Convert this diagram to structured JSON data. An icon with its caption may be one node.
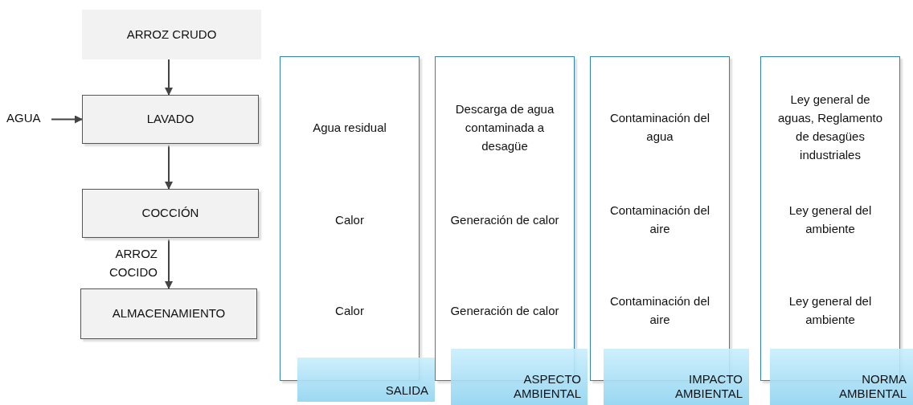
{
  "diagram": {
    "nodes": [
      {
        "text": [
          "ARROZ CRUDO"
        ]
      },
      {
        "text": [
          "LAVADO"
        ]
      },
      {
        "text": [
          "COCCIÓN"
        ]
      },
      {
        "text": [
          "ALMACENAMIENTO"
        ]
      },
      {
        "text": [
          "AGUA"
        ]
      },
      {
        "text": [
          "Agua residual",
          "Calor",
          "Calor"
        ]
      },
      {
        "text": [
          "Descarga de agua contaminada a desagüe",
          "Generación de calor",
          "Generación de calor"
        ]
      },
      {
        "text": [
          "Contaminación del agua",
          "Contaminación del aire",
          "Contaminación del aire"
        ]
      },
      {
        "text": [
          "Ley general de aguas, Reglamento de desagües industriales",
          "Ley general del ambiente",
          "Ley general del ambiente"
        ]
      },
      {
        "text": [
          "SALIDA"
        ]
      },
      {
        "text": [
          "ASPECTO AMBIENTAL"
        ]
      },
      {
        "text": [
          "IMPACTO AMBIENTAL"
        ]
      },
      {
        "text": [
          "NORMA AMBIENTAL"
        ]
      }
    ],
    "edges": [
      {
        "from": 0,
        "to": 1,
        "arrow": "to"
      },
      {
        "from": 4,
        "to": 1,
        "arrow": "to"
      },
      {
        "from": 1,
        "to": 2,
        "arrow": "to"
      },
      {
        "from": 2,
        "to": 3,
        "arrow": "to",
        "label": "ARROZ COCIDO"
      }
    ]
  }
}
